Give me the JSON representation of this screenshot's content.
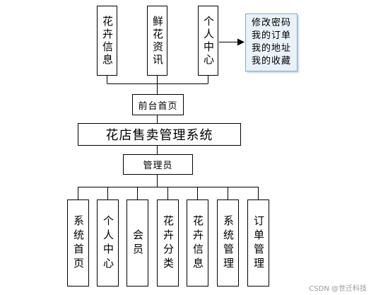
{
  "front_modules": [
    {
      "label": "花卉信息"
    },
    {
      "label": "鲜花资讯"
    },
    {
      "label": "个人中心"
    }
  ],
  "user_center_submenu": [
    "修改密码",
    "我的订单",
    "我的地址",
    "我的收藏"
  ],
  "front_home": "前台首页",
  "system_title": "花店售卖管理系统",
  "admin": "管理员",
  "admin_modules": [
    {
      "label": "系统首页"
    },
    {
      "label": "个人中心"
    },
    {
      "label": "会员"
    },
    {
      "label": "花卉分类"
    },
    {
      "label": "花卉信息"
    },
    {
      "label": "系统管理"
    },
    {
      "label": "订单管理"
    }
  ],
  "watermark": "CSDN @世迁科技"
}
